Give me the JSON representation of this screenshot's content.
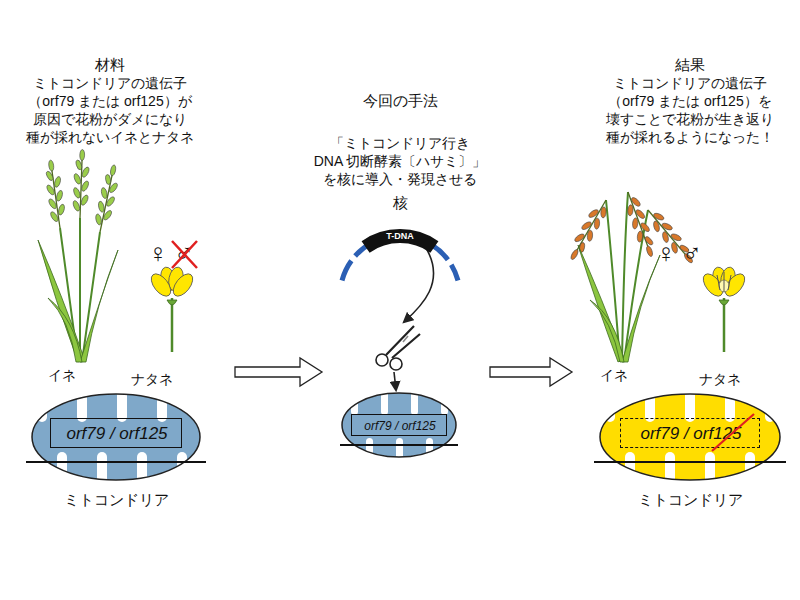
{
  "diagram": {
    "nodes": [
      {
        "text": [
          "ミトコンドリア"
        ]
      },
      {
        "text": [
          "orf79 / orf125"
        ],
        "in": 0
      },
      {
        "text": [
          "核"
        ]
      },
      {
        "text": [
          "T-DNA"
        ],
        "in": 2
      },
      {
        "text": [
          "orf79 / orf125"
        ]
      },
      {
        "text": [
          "ミトコンドリア"
        ]
      },
      {
        "text": [
          "orf79 / orf125"
        ],
        "in": 5
      }
    ],
    "labels": [
      "材料",
      "ミトコンドリアの遺伝子 （orf79 または orf125）が 原因で花粉がダメになり 種が採れないイネとナタネ",
      "♀",
      "♂",
      "イネ",
      "ナタネ",
      "今回の手法",
      "「ミトコンドリア行き DNA 切断酵素〔ハサミ〕」 を核に導入・発現させる",
      "結果",
      "ミトコンドリアの遺伝子 （orf79 または orf125）を 壊すことで花粉が生き返り 種が採れるようになった！",
      "♀",
      "♂",
      "イネ",
      "ナタネ"
    ]
  }
}
